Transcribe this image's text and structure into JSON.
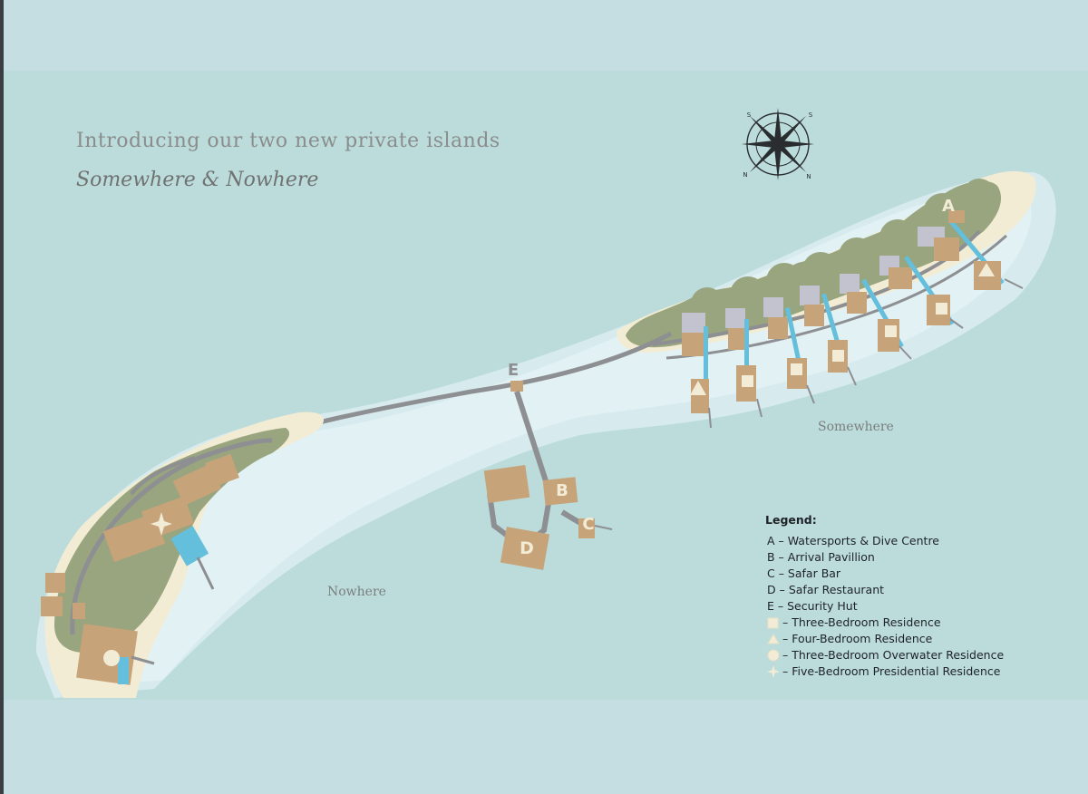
{
  "title": "Introducing our two new private islands",
  "subtitle": "Somewhere & Nowhere",
  "islands": [
    {
      "name": "Somewhere"
    },
    {
      "name": "Nowhere"
    }
  ],
  "compass": {
    "letters": [
      "S",
      "S",
      "N",
      "N"
    ]
  },
  "map_markers": {
    "A": "A",
    "B": "B",
    "C": "C",
    "D": "D",
    "E": "E"
  },
  "legend": {
    "title": "Legend:",
    "items": [
      {
        "symbol": "letter",
        "label": "A – Watersports & Dive Centre"
      },
      {
        "symbol": "letter",
        "label": "B – Arrival Pavillion"
      },
      {
        "symbol": "letter",
        "label": "C – Safar Bar"
      },
      {
        "symbol": "letter",
        "label": "D – Safar Restaurant"
      },
      {
        "symbol": "letter",
        "label": "E – Security Hut"
      },
      {
        "symbol": "square",
        "label": "– Three-Bedroom Residence"
      },
      {
        "symbol": "triangle",
        "label": "– Four-Bedroom Residence"
      },
      {
        "symbol": "circle",
        "label": "– Three-Bedroom Overwater Residence"
      },
      {
        "symbol": "star",
        "label": "– Five-Bedroom Presidential Residence"
      }
    ]
  },
  "colors": {
    "sea": "#c4dee1",
    "lagoon": "#dcedf0",
    "sand": "#f3ecd4",
    "vegetation": "#98a57e",
    "building": "#c7a37a",
    "path": "#8e8f92",
    "pool": "#63bfdb",
    "marker": "#f2ecd6",
    "roof": "#c3c3cf"
  }
}
